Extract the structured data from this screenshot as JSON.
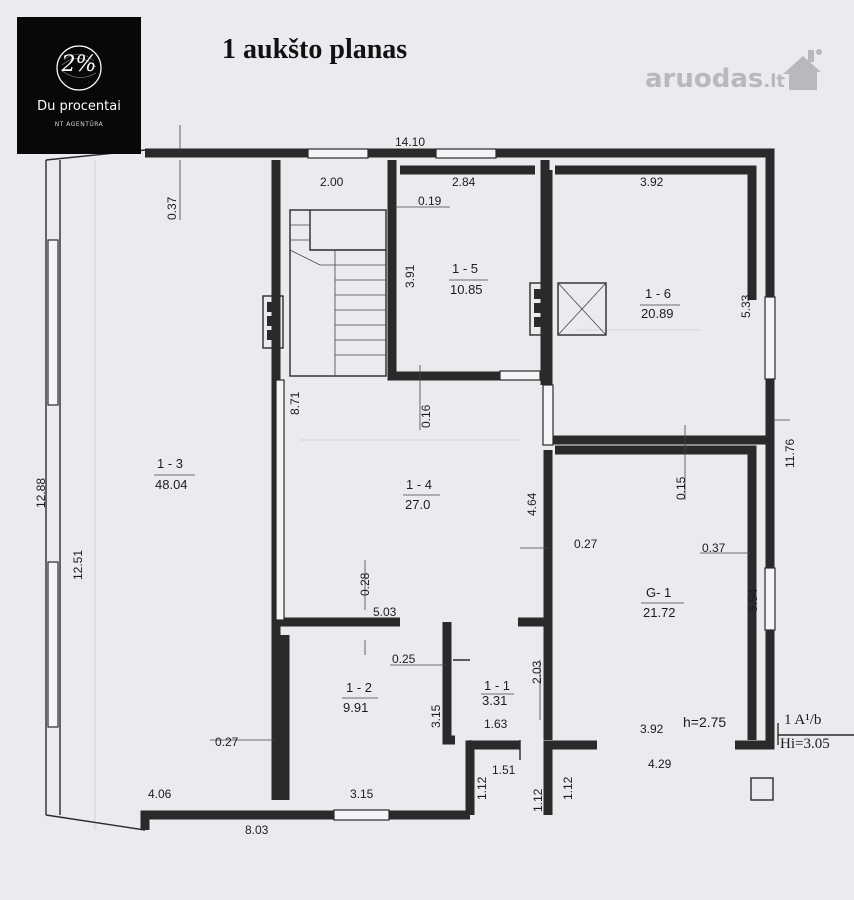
{
  "title": "1 aukšto planas",
  "agency": {
    "name": "Du procentai",
    "subtitle": "NT AGENTŪRA",
    "mark_text": "2%"
  },
  "watermark": {
    "text": "aruodas",
    "suffix": ".lt"
  },
  "rooms": [
    {
      "code": "1 - 3",
      "area": "48.04"
    },
    {
      "code": "1 - 4",
      "area": "27.0"
    },
    {
      "code": "1 - 5",
      "area": "10.85"
    },
    {
      "code": "1 - 6",
      "area": "20.89"
    },
    {
      "code": "1 - 2",
      "area": "9.91"
    },
    {
      "code": "1 - 1",
      "area": "3.31"
    },
    {
      "code": "G- 1",
      "area": "21.72"
    }
  ],
  "dimensions": [
    "14.10",
    "2.00",
    "2.84",
    "3.92",
    "0.37",
    "0.19",
    "3.91",
    "5.33",
    "8.71",
    "0.16",
    "11.76",
    "0.15",
    "12.88",
    "12.51",
    "4.64",
    "0.27",
    "0.37",
    "5.54",
    "0.28",
    "5.03",
    "0.25",
    "3.15",
    "2.03",
    "1.63",
    "3.92",
    "4.29",
    "0.27",
    "1.12",
    "1.51",
    "1.12",
    "4.06",
    "3.15",
    "8.03"
  ],
  "notes": {
    "height": "h=2.75",
    "floor": "1 A¹/b",
    "hi": "Hi=3.05"
  }
}
